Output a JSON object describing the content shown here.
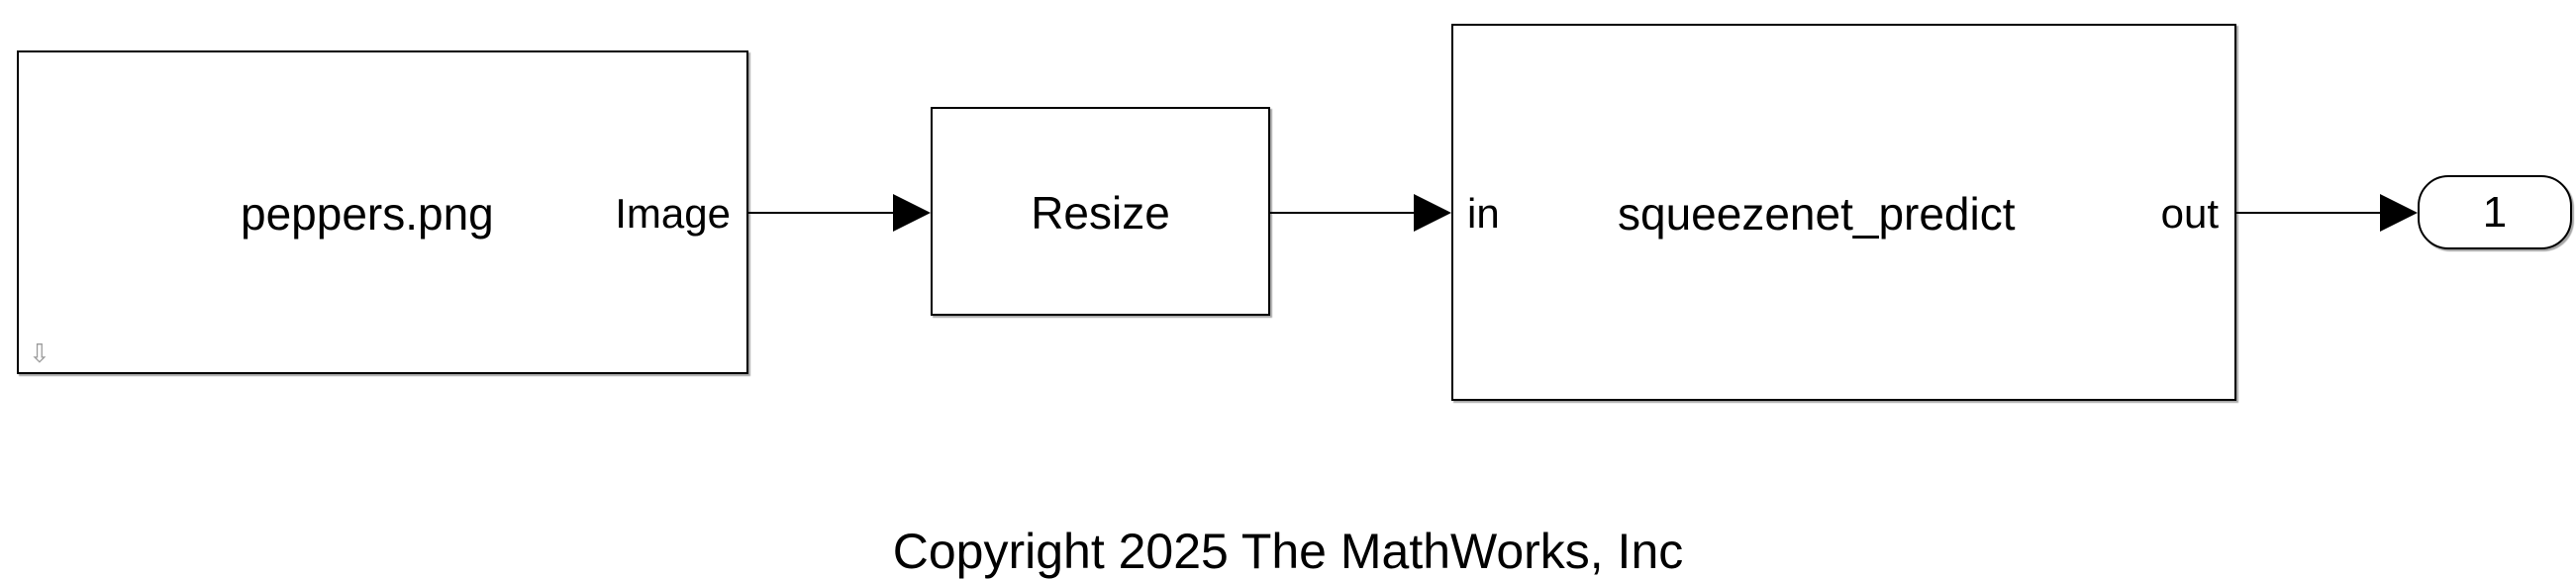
{
  "blocks": {
    "source": {
      "file": "peppers.png",
      "port_out": "Image"
    },
    "resize": {
      "label": "Resize"
    },
    "predict": {
      "label": "squeezenet_predict",
      "port_in": "in",
      "port_out": "out"
    },
    "outport": {
      "number": "1"
    }
  },
  "footer": {
    "copyright": "Copyright 2025 The MathWorks, Inc"
  },
  "colors": {
    "line": "#000000",
    "block_border": "#000000",
    "background": "#ffffff",
    "corner_icon": "#9a9a9a"
  },
  "icons": {
    "source_corner": "down-arrow-icon"
  }
}
